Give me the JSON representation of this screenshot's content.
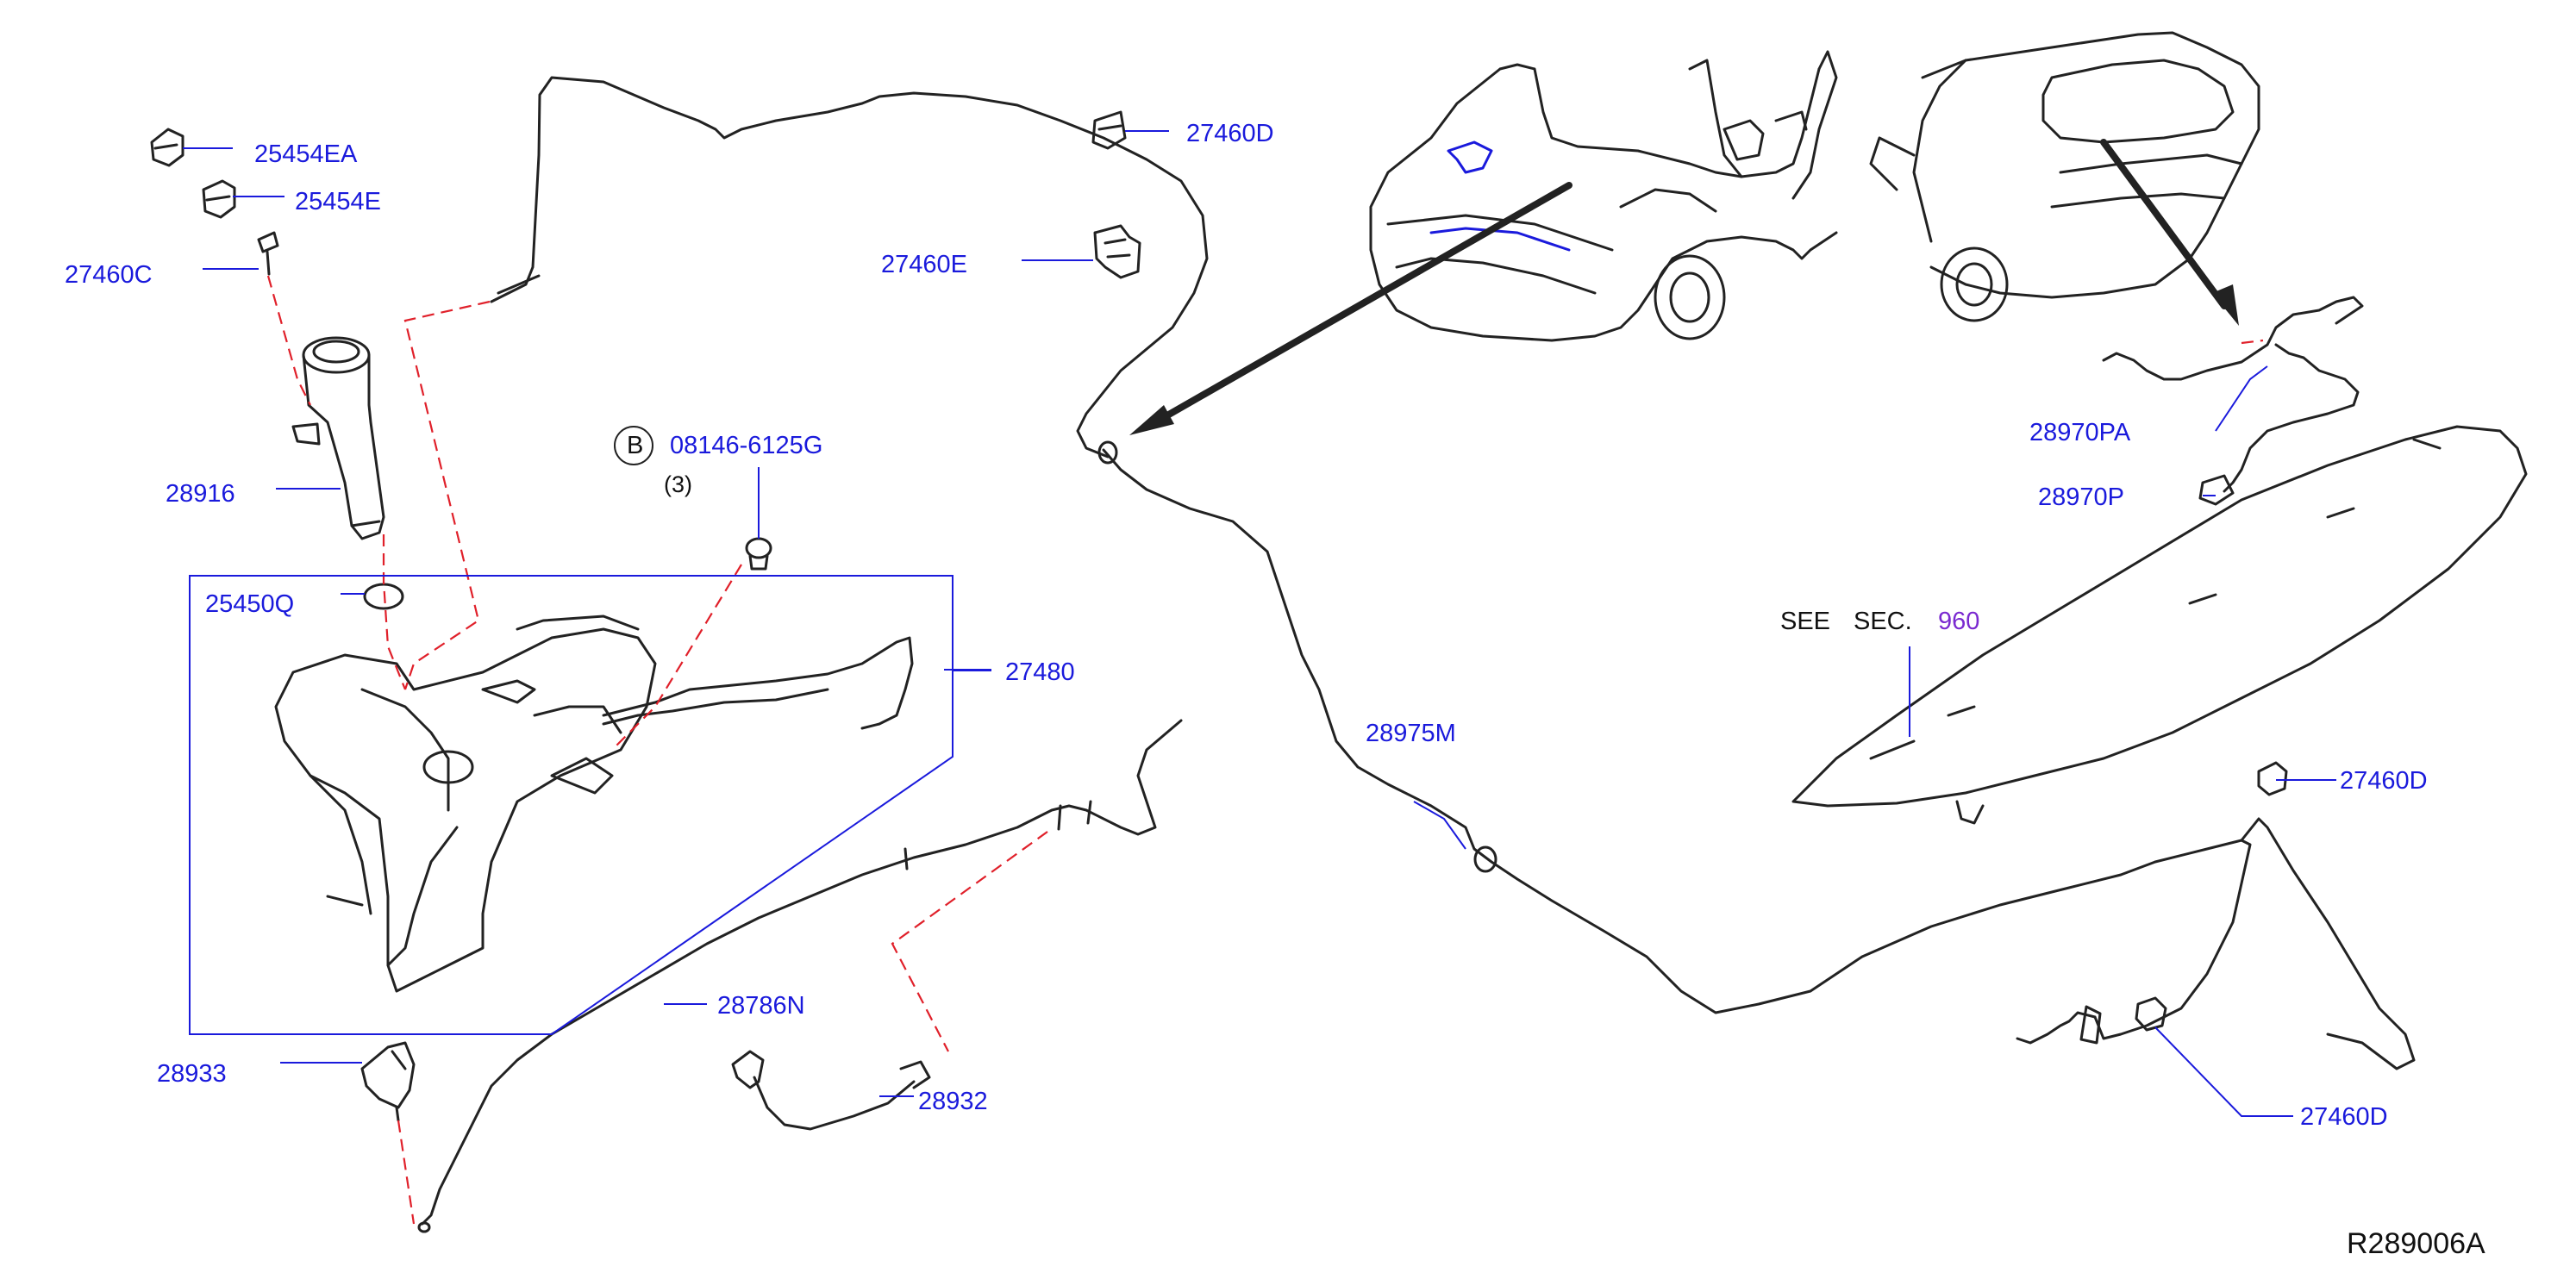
{
  "colors": {
    "part_number": "#1a1adc",
    "line_art": "#222222",
    "dashed_connector": "#e0202a",
    "section_number": "#7a2ad0",
    "leader": "#1a1adc"
  },
  "diagram": {
    "reference_code": "R289006A",
    "bolt_callout": {
      "circle_letter": "B",
      "part_number": "08146-6125G",
      "quantity": "(3)"
    },
    "see_section": {
      "see": "SEE",
      "sec": "SEC.",
      "number": "960"
    },
    "part_labels": {
      "p25454EA": "25454EA",
      "p25454E": "25454E",
      "p27460C": "27460C",
      "p28916": "28916",
      "p25450Q": "25450Q",
      "p27460D_top": "27460D",
      "p27460E": "27460E",
      "p27480": "27480",
      "p28975M": "28975M",
      "p28786N": "28786N",
      "p28933": "28933",
      "p28932": "28932",
      "p28970PA": "28970PA",
      "p28970P": "28970P",
      "p27460D_right": "27460D",
      "p27460D_bottom": "27460D"
    }
  }
}
